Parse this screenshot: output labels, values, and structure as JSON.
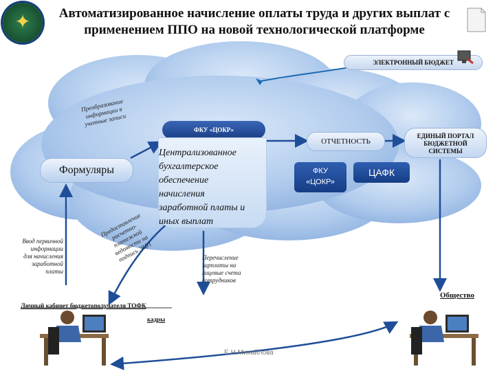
{
  "header": {
    "title_line1": "Автоматизированное начисление оплаты труда и других выплат с",
    "title_line2": "применением ППО на новой технологической платформе"
  },
  "banner": {
    "label": "ЭЛЕКТРОННЫЙ БЮДЖЕТ"
  },
  "nodes": {
    "fku_main": "ФКУ «ЦОКР»",
    "central": [
      "Централизованное",
      "бухгалтерское",
      "обеспечение",
      "начисления",
      "заработной платы и",
      "иных выплат"
    ],
    "formulary": "Формуляры",
    "otchetnost": "ОТЧЕТНОСТЬ",
    "portal": [
      "ЕДИНЫЙ ПОРТАЛ",
      "БЮДЖЕТНОЙ",
      "СИСТЕМЫ"
    ],
    "fku_small": [
      "ФКУ",
      "«ЦОКР»"
    ],
    "cafk": "ЦАФК"
  },
  "annotations": {
    "preobraz": [
      "Преобразование",
      "информации в",
      "учетные записи"
    ],
    "vvod": [
      "Ввод первичной",
      "информации",
      "для начисления",
      "заработной",
      "платы"
    ],
    "predost": [
      "Предоставление",
      "расчетно-",
      "платежной",
      "ведомости на",
      "подпись ЭЦП"
    ],
    "perechislenie": [
      "Перечисление",
      "зарплаты на",
      "лицевые счета",
      "сотрудников"
    ],
    "cabinet_line1": "Личный кабинет бюджетополучателя ТОФК",
    "cabinet_line2": "кадры"
  },
  "society": "Общество",
  "footer": "Е.Н.Михайлова",
  "colors": {
    "cloud": "#a9c6ec",
    "arrow": "#1f4e99",
    "button_dark": "#1f4590"
  }
}
